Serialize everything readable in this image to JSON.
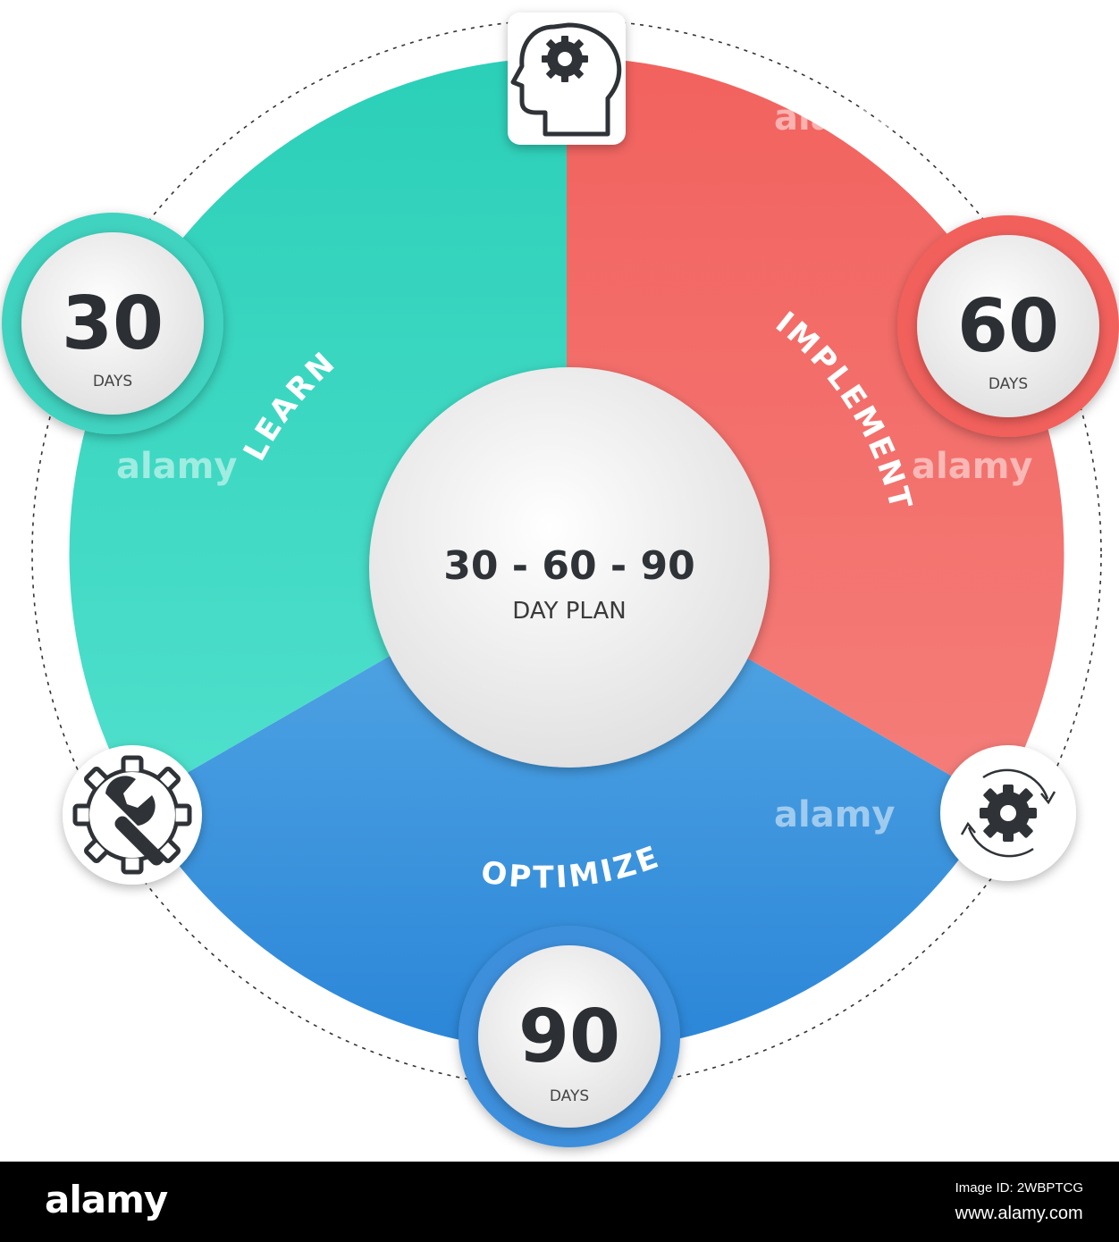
{
  "center": {
    "title": "30 - 60 - 90",
    "subtitle": "DAY PLAN"
  },
  "segments": [
    {
      "label": "LEARN",
      "color_top": "#2bcfb8",
      "color_bottom": "#4fe0cc"
    },
    {
      "label": "IMPLEMENT",
      "color_top": "#f2625e",
      "color_bottom": "#f47d79"
    },
    {
      "label": "OPTIMIZE",
      "color_top": "#55a8e4",
      "color_bottom": "#2b86d8"
    }
  ],
  "badges": [
    {
      "number": "30",
      "unit": "DAYS",
      "ring_color": "#3fd3c0"
    },
    {
      "number": "60",
      "unit": "DAYS",
      "ring_color": "#f2605c"
    },
    {
      "number": "90",
      "unit": "DAYS",
      "ring_color": "#3d8fdc"
    }
  ],
  "icons": {
    "top": "head-gear-icon",
    "left": "gear-wrench-icon",
    "right": "gear-cycle-icon"
  },
  "watermark": "alamy",
  "footer": {
    "logo": "alamy",
    "image_id": "Image ID: 2WBPTCG",
    "url": "www.alamy.com"
  }
}
